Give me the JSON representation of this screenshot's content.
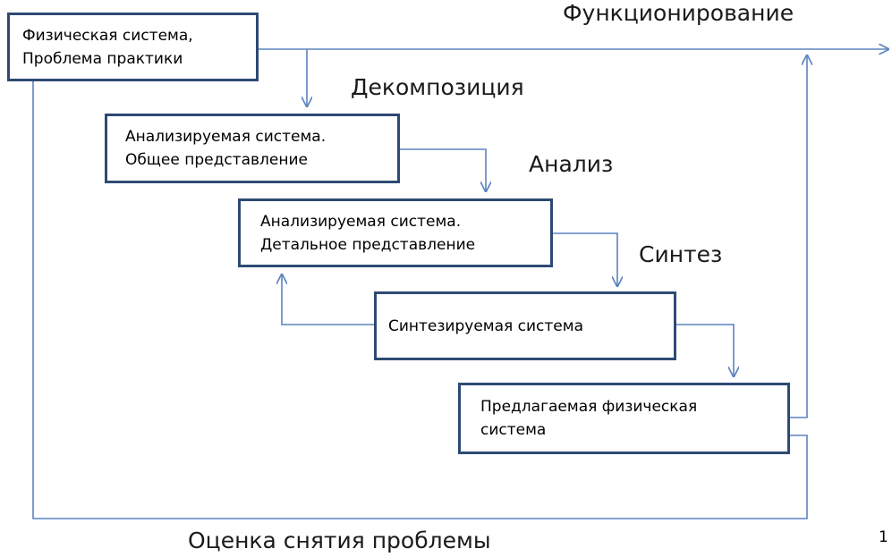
{
  "boxes": {
    "physical": "Физическая система,\nПроблема практики",
    "analyzed_general": "Анализируемая система.\nОбщее представление",
    "analyzed_detailed": "Анализируемая система.\nДетальное представление",
    "synthesized": "Синтезируемая система",
    "proposed": "Предлагаемая физическая\nсистема"
  },
  "labels": {
    "functioning": "Функционирование",
    "decomposition": "Декомпозиция",
    "analysis": "Анализ",
    "synthesis": "Синтез",
    "evaluation": "Оценка снятия проблемы"
  },
  "page_number": "1",
  "colors": {
    "box_border": "#2e4a73",
    "connector": "#5b84c0"
  }
}
